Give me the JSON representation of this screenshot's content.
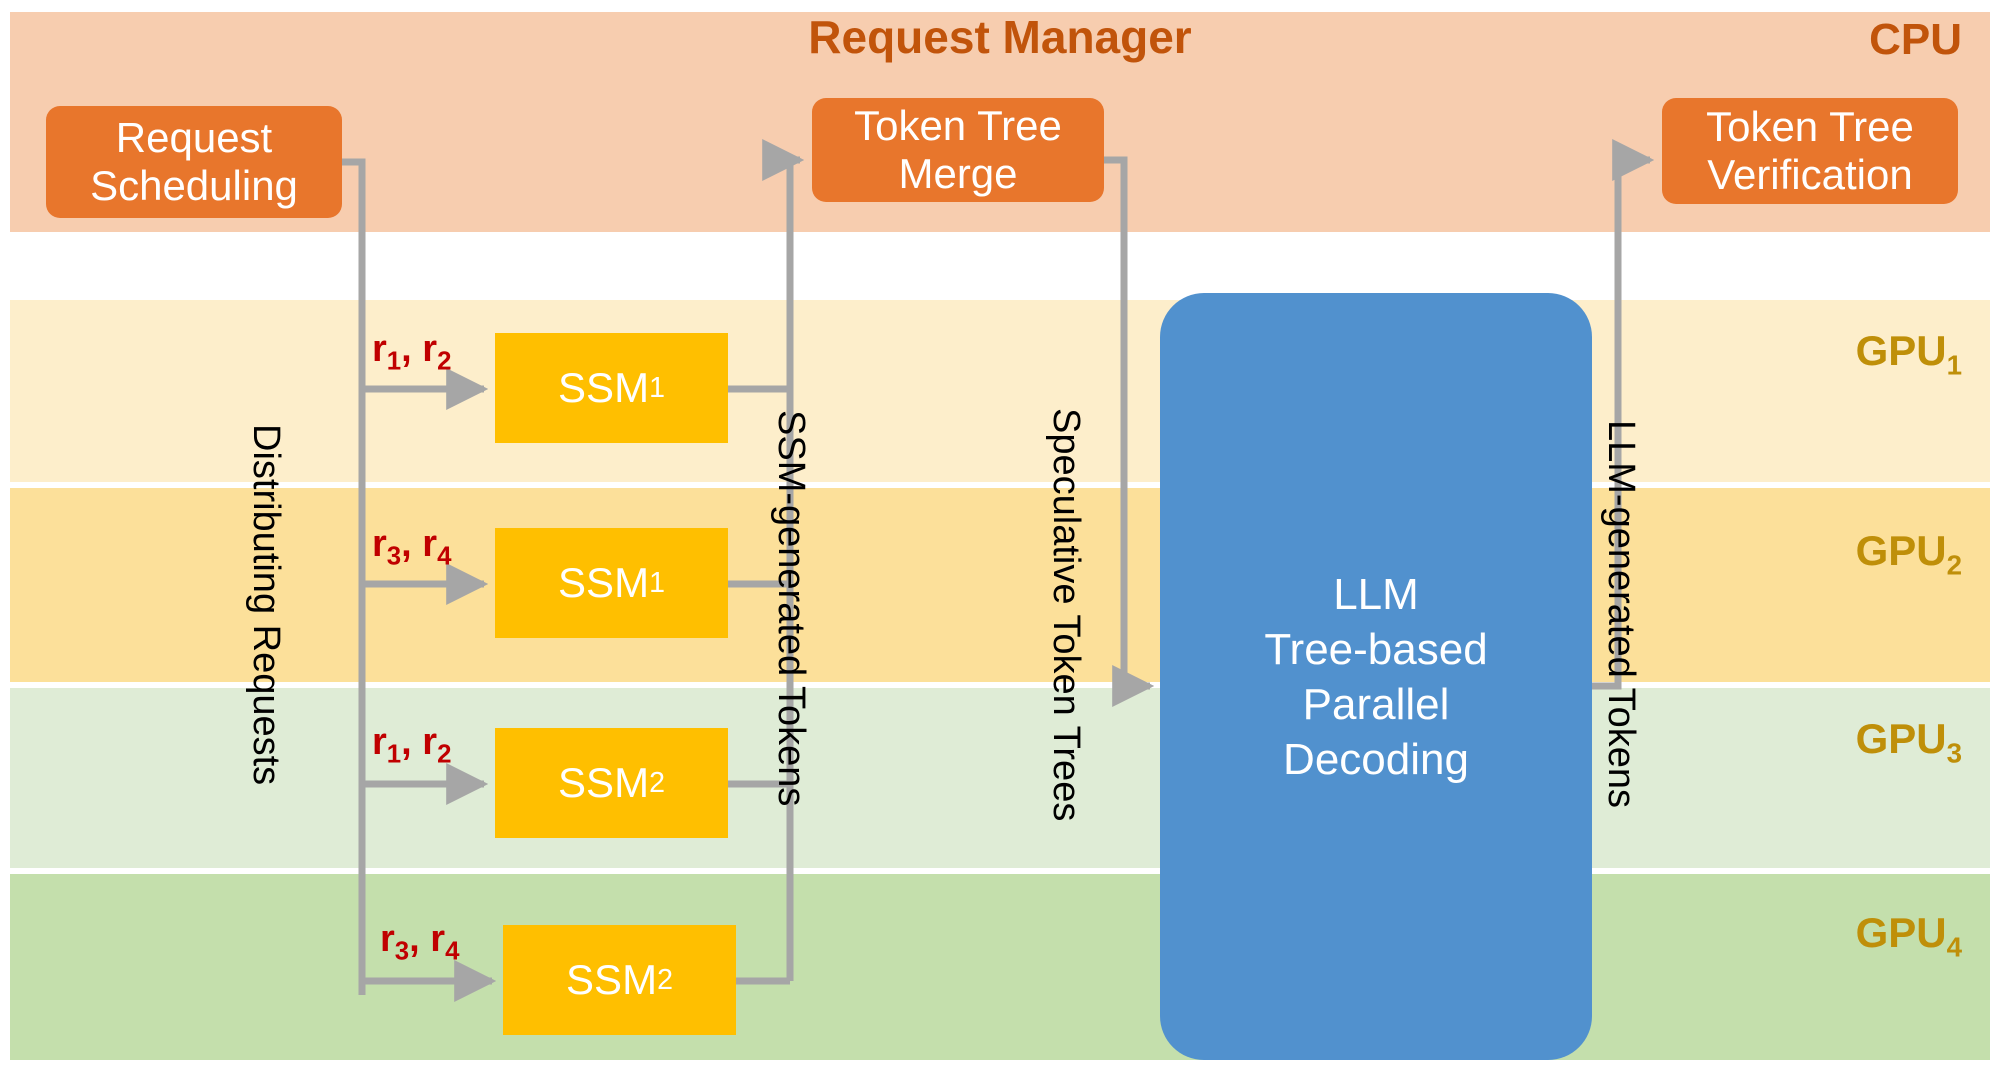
{
  "diagram": {
    "title": "Request Manager",
    "cpu_label": "CPU",
    "llm_box": "LLM\nTree-based\nParallel\nDecoding"
  },
  "bands": [
    {
      "key": "cpu",
      "label": "CPU",
      "color": "#f7cdaf"
    },
    {
      "key": "gpu1",
      "label": "GPU",
      "sub": "1",
      "color": "#fdeecb"
    },
    {
      "key": "gpu2",
      "label": "GPU",
      "sub": "2",
      "color": "#fce09a"
    },
    {
      "key": "gpu3",
      "label": "GPU",
      "sub": "3",
      "color": "#dfecd6"
    },
    {
      "key": "gpu4",
      "label": "GPU",
      "sub": "4",
      "color": "#c4dfac"
    }
  ],
  "cpu_boxes": [
    {
      "key": "request_scheduling",
      "line1": "Request",
      "line2": "Scheduling"
    },
    {
      "key": "token_tree_merge",
      "line1": "Token Tree",
      "line2": "Merge"
    },
    {
      "key": "token_tree_verification",
      "line1": "Token Tree",
      "line2": "Verification"
    }
  ],
  "ssm_boxes": [
    {
      "key": "ssm-1",
      "label": "SSM",
      "sub": "1",
      "gpu": "GPU1"
    },
    {
      "key": "ssm-2",
      "label": "SSM",
      "sub": "1",
      "gpu": "GPU2"
    },
    {
      "key": "ssm-3",
      "label": "SSM",
      "sub": "2",
      "gpu": "GPU3"
    },
    {
      "key": "ssm-4",
      "label": "SSM",
      "sub": "2",
      "gpu": "GPU4"
    }
  ],
  "request_tags": [
    {
      "key": "tag-1",
      "prefix": "r",
      "sub1": "1",
      "mid": ", r",
      "sub2": "2"
    },
    {
      "key": "tag-2",
      "prefix": "r",
      "sub1": "3",
      "mid": ", r",
      "sub2": "4"
    },
    {
      "key": "tag-3",
      "prefix": "r",
      "sub1": "1",
      "mid": ", r",
      "sub2": "2"
    },
    {
      "key": "tag-4",
      "prefix": "r",
      "sub1": "3",
      "mid": ", r",
      "sub2": "4"
    }
  ],
  "flow_captions": {
    "distributing_requests": "Distributing Requests",
    "ssm_generated_tokens": "SSM-generated Tokens",
    "speculative_token_trees": "Speculative Token Trees",
    "llm_generated_tokens": "LLM-generated Tokens"
  },
  "colors": {
    "cpu_band": "#f7cdaf",
    "cpu_box": "#e8762c",
    "cpu_text": "#c1540b",
    "gpu_label": "#bf8f09",
    "ssm_box": "#ffbf00",
    "llm_box": "#5191ce",
    "request_tag": "#c00000",
    "connector": "#a6a6a6"
  }
}
